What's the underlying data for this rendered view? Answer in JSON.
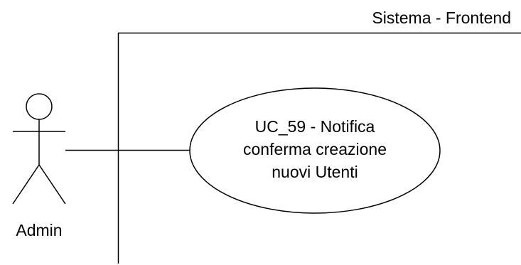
{
  "diagram": {
    "type": "use-case",
    "system": {
      "label": "Sistema - Frontend"
    },
    "actor": {
      "label": "Admin"
    },
    "use_case": {
      "lines": [
        "UC_59 - Notifica",
        "conferma creazione",
        "nuovi Utenti"
      ]
    },
    "association": {
      "from": "Admin",
      "to": "UC_59 - Notifica conferma creazione nuovi Utenti"
    },
    "colors": {
      "stroke": "#000000",
      "background": "#ffffff"
    }
  }
}
